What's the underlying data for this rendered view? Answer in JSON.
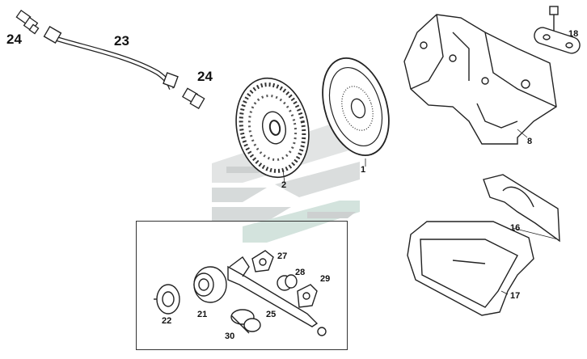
{
  "callouts": {
    "clutch_cover": "1",
    "clutch_disc": "2",
    "gearbox_housing": "8",
    "oil_pan": "17",
    "cover_plate": "16",
    "bracket_bolt": "18",
    "hose": "23",
    "fitting_top_left": "24",
    "fitting_right": "24",
    "bearing_21": "21",
    "ring_22": "22",
    "fork_25": "25",
    "flange_27": "27",
    "bushing_28": "28",
    "flange_29": "29",
    "boot_30": "30"
  },
  "colors": {
    "line": "#222222",
    "watermark_light": "#d9dcdd",
    "watermark_mid": "#c9cdce",
    "watermark_green": "#c7ddd6"
  }
}
